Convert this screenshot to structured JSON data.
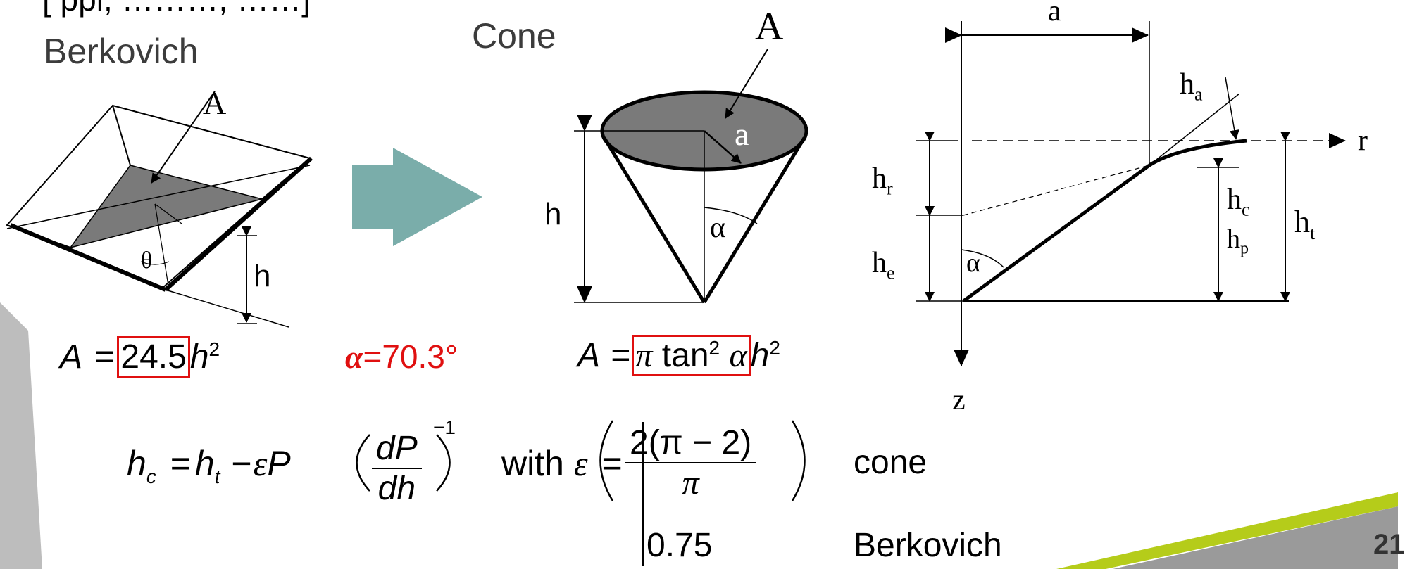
{
  "header": {
    "fragment": "[                   ppl, ………, ……]"
  },
  "berkovich": {
    "title": "Berkovich",
    "label_A": "A",
    "label_theta": "θ",
    "label_h": "h",
    "formula": {
      "lhs": "A",
      "eq": "=",
      "coeff": "24.5",
      "var": "h",
      "exp": "2"
    }
  },
  "alpha_value": {
    "symbol": "α",
    "text": "=70.3°"
  },
  "cone": {
    "title": "Cone",
    "label_A": "A",
    "label_a": "a",
    "label_h": "h",
    "label_alpha": "α",
    "formula": {
      "lhs": "A",
      "eq": "=",
      "pi": "π",
      "tan": "tan",
      "tan_exp": "2",
      "alpha": "α",
      "var": "h",
      "exp": "2"
    }
  },
  "profile": {
    "label_a": "a",
    "label_ha": "h",
    "label_ha_sub": "a",
    "label_r": "r",
    "label_hr": "h",
    "label_hr_sub": "r",
    "label_he": "h",
    "label_he_sub": "e",
    "label_hc": "h",
    "label_hc_sub": "c",
    "label_hp": "h",
    "label_hp_sub": "p",
    "label_ht": "h",
    "label_ht_sub": "t",
    "label_alpha": "α",
    "label_z": "z"
  },
  "hc_equation": {
    "lhs": "h",
    "lhs_sub": "c",
    "eq": "=",
    "ht": "h",
    "ht_sub": "t",
    "minus": "−",
    "eps": "ε",
    "P": "P",
    "num": "dP",
    "den": "dh",
    "exp": "−1"
  },
  "with_clause": {
    "with": "with",
    "eps": "ε",
    "eq": "=",
    "num": "2(π − 2)",
    "den": "π",
    "case1_label": "cone",
    "case2_value": "0.75",
    "case2_label": "Berkovich"
  },
  "page_number": "21",
  "colors": {
    "arrow": "#7aadaa",
    "red": "#e01010",
    "gray_shape": "#bdbdbd",
    "green": "#b5cc1a",
    "shade": "#7a7a7a"
  }
}
